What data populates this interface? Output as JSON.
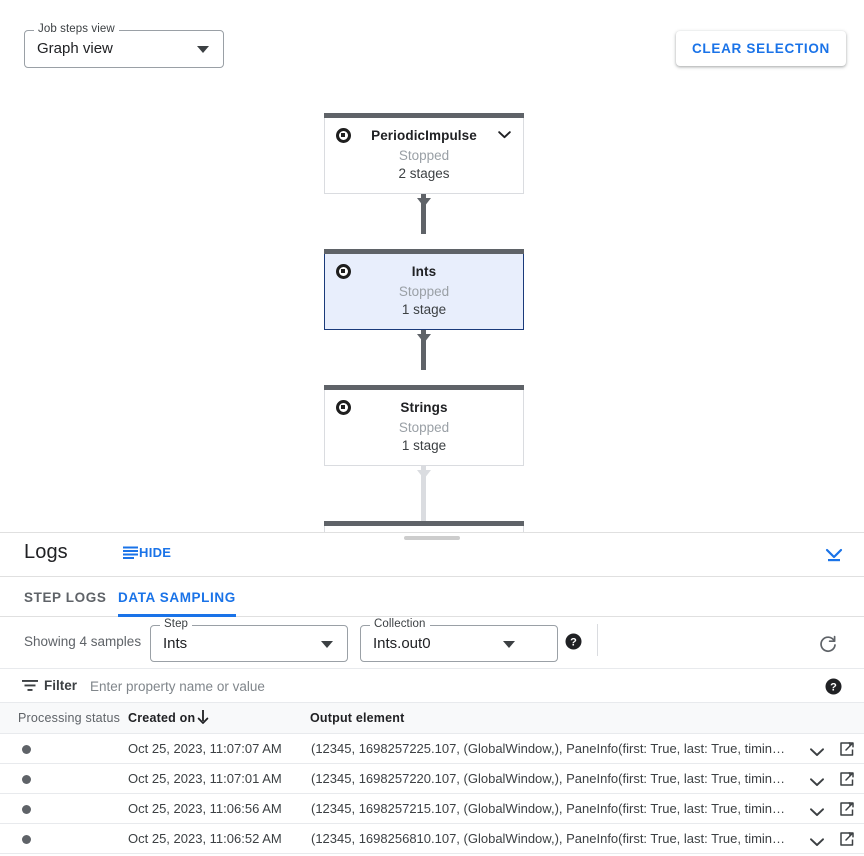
{
  "toolbar": {
    "view_select": {
      "legend": "Job steps view",
      "value": "Graph view",
      "caret_icon": "chevron-down-icon"
    },
    "clear_selection_label": "CLEAR SELECTION"
  },
  "graph": {
    "nodes": [
      {
        "title": "PeriodicImpulse",
        "status": "Stopped",
        "stages": "2 stages",
        "selected": false,
        "expandable": true,
        "icon": "stop-circle-icon"
      },
      {
        "title": "Ints",
        "status": "Stopped",
        "stages": "1 stage",
        "selected": true,
        "expandable": false,
        "icon": "stop-circle-icon"
      },
      {
        "title": "Strings",
        "status": "Stopped",
        "stages": "1 stage",
        "selected": false,
        "expandable": false,
        "icon": "stop-circle-icon"
      }
    ]
  },
  "logs": {
    "title": "Logs",
    "hide_label": "HIDE",
    "hide_icon": "list-lines-icon",
    "collapse_icon": "collapse-panel-icon",
    "tabs": [
      {
        "label": "STEP LOGS",
        "active": false
      },
      {
        "label": "DATA SAMPLING",
        "active": true
      }
    ],
    "controls": {
      "samples_text": "Showing 4 samples",
      "step": {
        "legend": "Step",
        "value": "Ints"
      },
      "collection": {
        "legend": "Collection",
        "value": "Ints.out0"
      },
      "help_icon": "help-icon",
      "refresh_icon": "refresh-icon"
    },
    "filter": {
      "icon": "filter-icon",
      "label": "Filter",
      "placeholder": "Enter property name or value",
      "value": "",
      "help_icon": "help-icon"
    },
    "table": {
      "columns": [
        "Processing status",
        "Created on",
        "Output element"
      ],
      "sort_column": "Created on",
      "sort_icon": "arrow-down-icon",
      "row_expand_icon": "chevron-down-icon",
      "row_open_icon": "open-in-new-icon",
      "rows": [
        {
          "status_dot": "#5f6368",
          "created_on": "Oct 25, 2023, 11:07:07 AM",
          "output_element": "(12345, 1698257225.107, (GlobalWindow,), PaneInfo(first: True, last: True, timing…"
        },
        {
          "status_dot": "#5f6368",
          "created_on": "Oct 25, 2023, 11:07:01 AM",
          "output_element": "(12345, 1698257220.107, (GlobalWindow,), PaneInfo(first: True, last: True, timing…"
        },
        {
          "status_dot": "#5f6368",
          "created_on": "Oct 25, 2023, 11:06:56 AM",
          "output_element": "(12345, 1698257215.107, (GlobalWindow,), PaneInfo(first: True, last: True, timing…"
        },
        {
          "status_dot": "#5f6368",
          "created_on": "Oct 25, 2023, 11:06:52 AM",
          "output_element": "(12345, 1698256810.107, (GlobalWindow,), PaneInfo(first: True, last: True, timing…"
        }
      ]
    }
  },
  "colors": {
    "accent": "#1a73e8",
    "node_bar": "#5f6368",
    "selected_node_bg": "#e8eefc",
    "selected_node_border": "#1a3a7a",
    "text_primary": "#202124",
    "text_secondary": "#5f6368",
    "muted": "#9aa0a6"
  }
}
